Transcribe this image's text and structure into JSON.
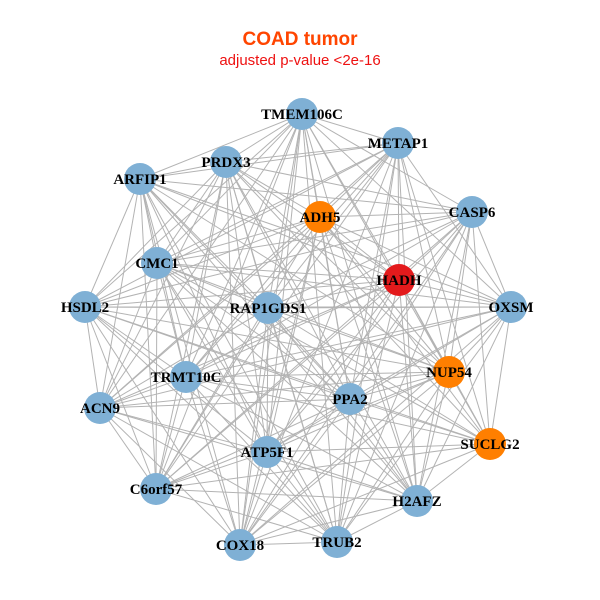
{
  "title": "COAD tumor",
  "subtitle": "adjusted p-value <2e-16",
  "colors": {
    "default": "#7fb0d5",
    "orange": "#ff7f00",
    "red": "#e31a1c",
    "edge": "#b3b3b3"
  },
  "nodes": [
    {
      "label": "TMEM106C",
      "color": "default"
    },
    {
      "label": "METAP1",
      "color": "default"
    },
    {
      "label": "PRDX3",
      "color": "default"
    },
    {
      "label": "ARFIP1",
      "color": "default"
    },
    {
      "label": "ADH5",
      "color": "orange"
    },
    {
      "label": "CASP6",
      "color": "default"
    },
    {
      "label": "CMC1",
      "color": "default"
    },
    {
      "label": "HADH",
      "color": "red"
    },
    {
      "label": "HSDL2",
      "color": "default"
    },
    {
      "label": "RAP1GDS1",
      "color": "default"
    },
    {
      "label": "OXSM",
      "color": "default"
    },
    {
      "label": "NUP54",
      "color": "orange"
    },
    {
      "label": "TRMT10C",
      "color": "default"
    },
    {
      "label": "PPA2",
      "color": "default"
    },
    {
      "label": "ACN9",
      "color": "default"
    },
    {
      "label": "SUCLG2",
      "color": "orange"
    },
    {
      "label": "ATP5F1",
      "color": "default"
    },
    {
      "label": "C6orf57",
      "color": "default"
    },
    {
      "label": "H2AFZ",
      "color": "default"
    },
    {
      "label": "COX18",
      "color": "default"
    },
    {
      "label": "TRUB2",
      "color": "default"
    }
  ]
}
